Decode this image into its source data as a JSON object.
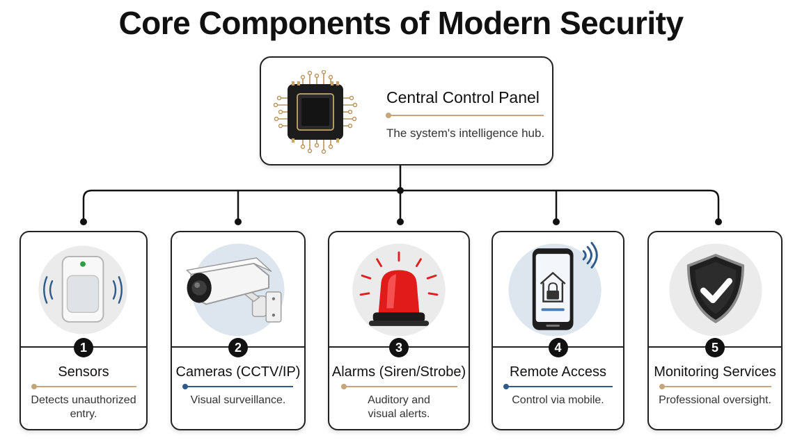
{
  "title": "Core Components of Modern Security",
  "central": {
    "title": "Central Control Panel",
    "description": "The system's intelligence hub."
  },
  "accent_gold": "#c5a57c",
  "accent_blue": "#2f5b8a",
  "components": [
    {
      "number": "1",
      "title": "Sensors",
      "description": "Detects unauthorized entry.",
      "icon": "motion-sensor-icon",
      "line_color": "#c5a57c"
    },
    {
      "number": "2",
      "title": "Cameras (CCTV/IP)",
      "description": "Visual surveillance.",
      "icon": "security-camera-icon",
      "line_color": "#2f5b8a"
    },
    {
      "number": "3",
      "title": "Alarms (Siren/Strobe)",
      "description": "Auditory and visual alerts.",
      "icon": "siren-icon",
      "line_color": "#c5a57c"
    },
    {
      "number": "4",
      "title": "Remote Access",
      "description": "Control via mobile.",
      "icon": "smartphone-lock-icon",
      "line_color": "#2f5b8a"
    },
    {
      "number": "5",
      "title": "Monitoring Services",
      "description": "Professional oversight.",
      "icon": "shield-check-icon",
      "line_color": "#c5a57c"
    }
  ]
}
